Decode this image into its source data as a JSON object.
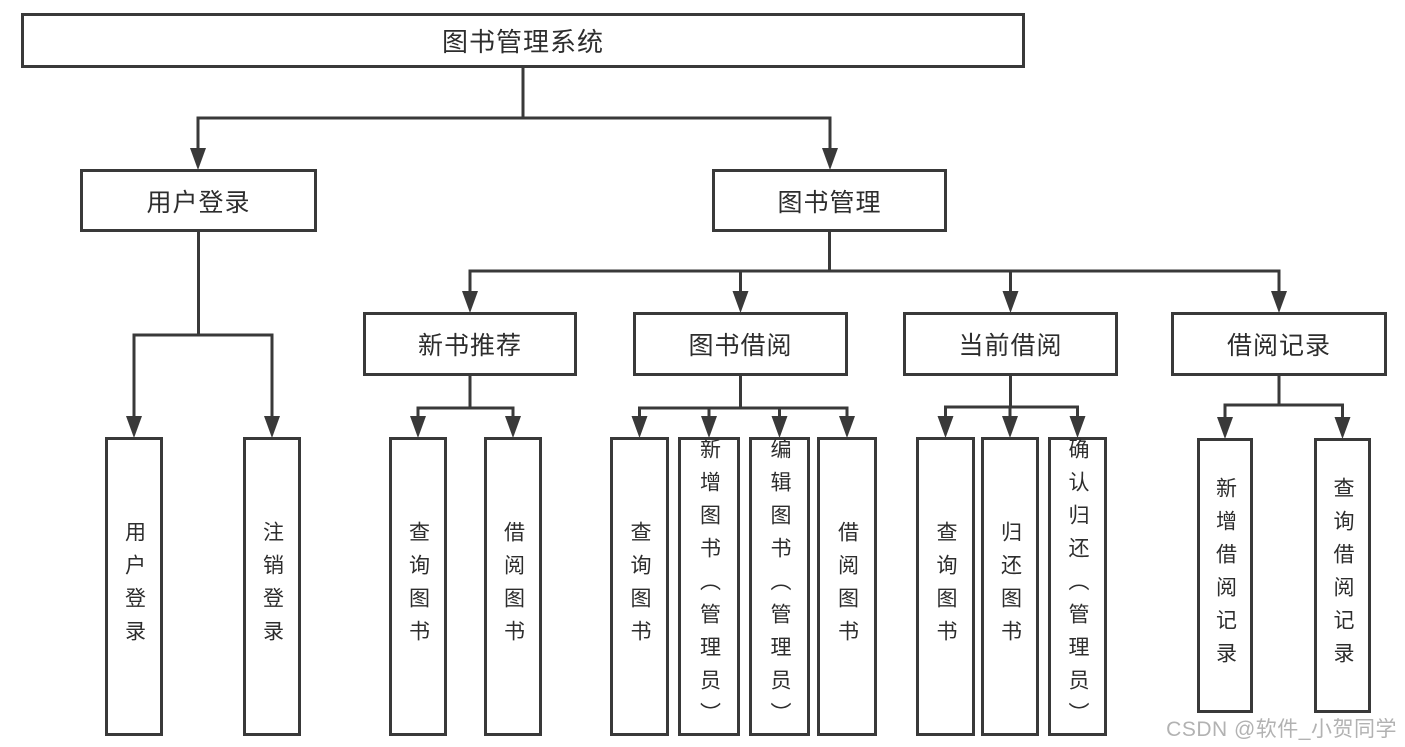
{
  "colors": {
    "line": "#393939",
    "text": "#2d2d2d",
    "watermark_text": "#acacac",
    "background": "#ffffff"
  },
  "diagram": {
    "root": "图书管理系统",
    "branches": {
      "user_login": "用户登录",
      "book_mgmt": "图书管理",
      "new_book": "新书推荐",
      "book_borrow": "图书借阅",
      "current_borrow": "当前借阅",
      "borrow_record": "借阅记录"
    },
    "leaves": {
      "user_login": [
        "用户登录",
        "注销登录"
      ],
      "new_book": [
        "查询图书",
        "借阅图书"
      ],
      "book_borrow": [
        "查询图书",
        "新增图书（管理员）",
        "编辑图书（管理员）",
        "借阅图书"
      ],
      "current_borrow": [
        "查询图书",
        "归还图书",
        "确认归还（管理员）"
      ],
      "borrow_record": [
        "新增借阅记录",
        "查询借阅记录"
      ]
    }
  },
  "watermark": "CSDN @软件_小贺同学"
}
